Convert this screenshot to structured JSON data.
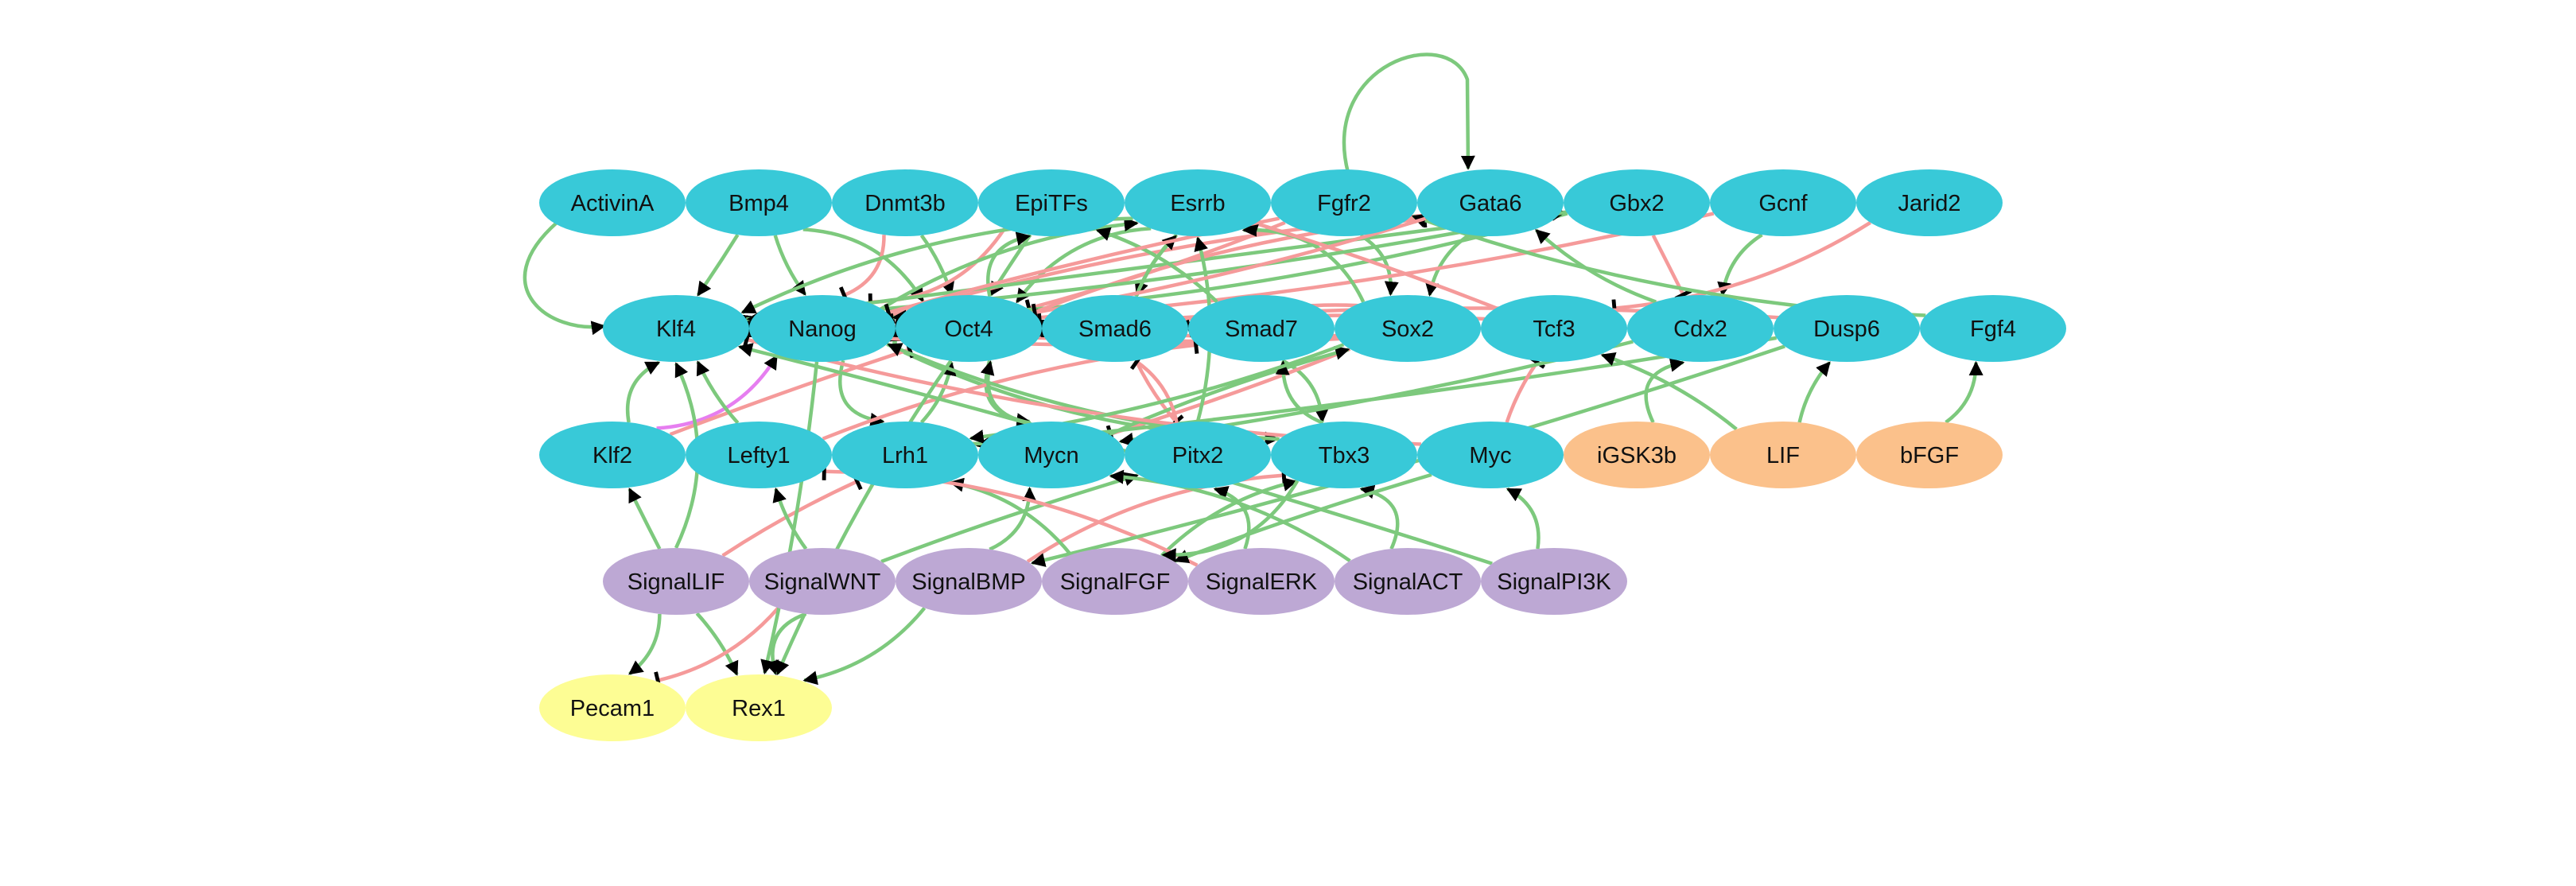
{
  "colors": {
    "gene": "#38c9d8",
    "input": "#fbc18b",
    "signal": "#bda8d4",
    "output": "#fdfd94",
    "activation": "#7dc97d",
    "inhibition": "#f59a9a",
    "other": "#e67ef0",
    "arrowhead": "#000000"
  },
  "nodes": {
    "row1": [
      "ActivinA",
      "Bmp4",
      "Dnmt3b",
      "EpiTFs",
      "Esrrb",
      "Fgfr2",
      "Gata6",
      "Gbx2",
      "Gcnf",
      "Jarid2"
    ],
    "row2": [
      "Klf4",
      "Nanog",
      "Oct4",
      "Smad6",
      "Smad7",
      "Sox2",
      "Tcf3",
      "Cdx2",
      "Dusp6",
      "Fgf4"
    ],
    "row3_genes": [
      "Klf2",
      "Lefty1",
      "Lrh1",
      "Mycn",
      "Pitx2",
      "Tbx3",
      "Myc"
    ],
    "row3_inputs": [
      "iGSK3b",
      "LIF",
      "bFGF"
    ],
    "signals": [
      "SignalLIF",
      "SignalWNT",
      "SignalBMP",
      "SignalFGF",
      "SignalERK",
      "SignalACT",
      "SignalPI3K"
    ],
    "outputs": [
      "Pecam1",
      "Rex1"
    ]
  }
}
